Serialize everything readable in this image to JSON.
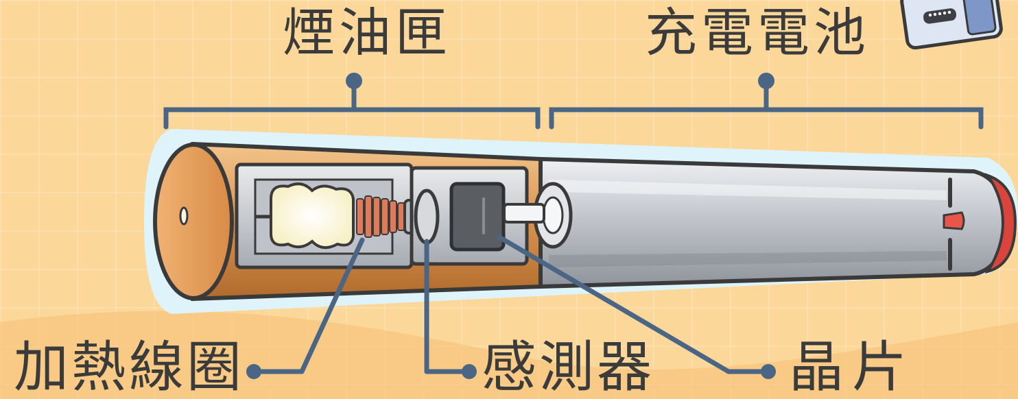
{
  "labels": {
    "cartridge": "煙油匣",
    "battery": "充電電池",
    "heating_coil": "加熱線圈",
    "sensor": "感測器",
    "chip": "晶片"
  },
  "colors": {
    "background": "#fbd79a",
    "label_text": "#3b3b3b",
    "leader_line": "#4a6684",
    "cartridge_body": "#d99a5a",
    "battery_body": "#c9cbd0",
    "outline_glow": "#dff3fb",
    "tip_red": "#d9453d"
  }
}
